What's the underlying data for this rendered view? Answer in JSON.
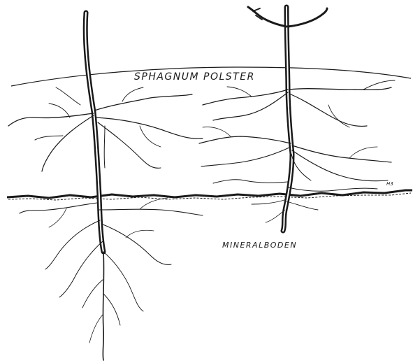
{
  "labels": {
    "sphagnum": "SPHAGNUM POLSTER",
    "mineral": "MINERALBODEN"
  },
  "signature": "H3",
  "colors": {
    "ink": "#1a1a1a",
    "background": "#ffffff"
  }
}
